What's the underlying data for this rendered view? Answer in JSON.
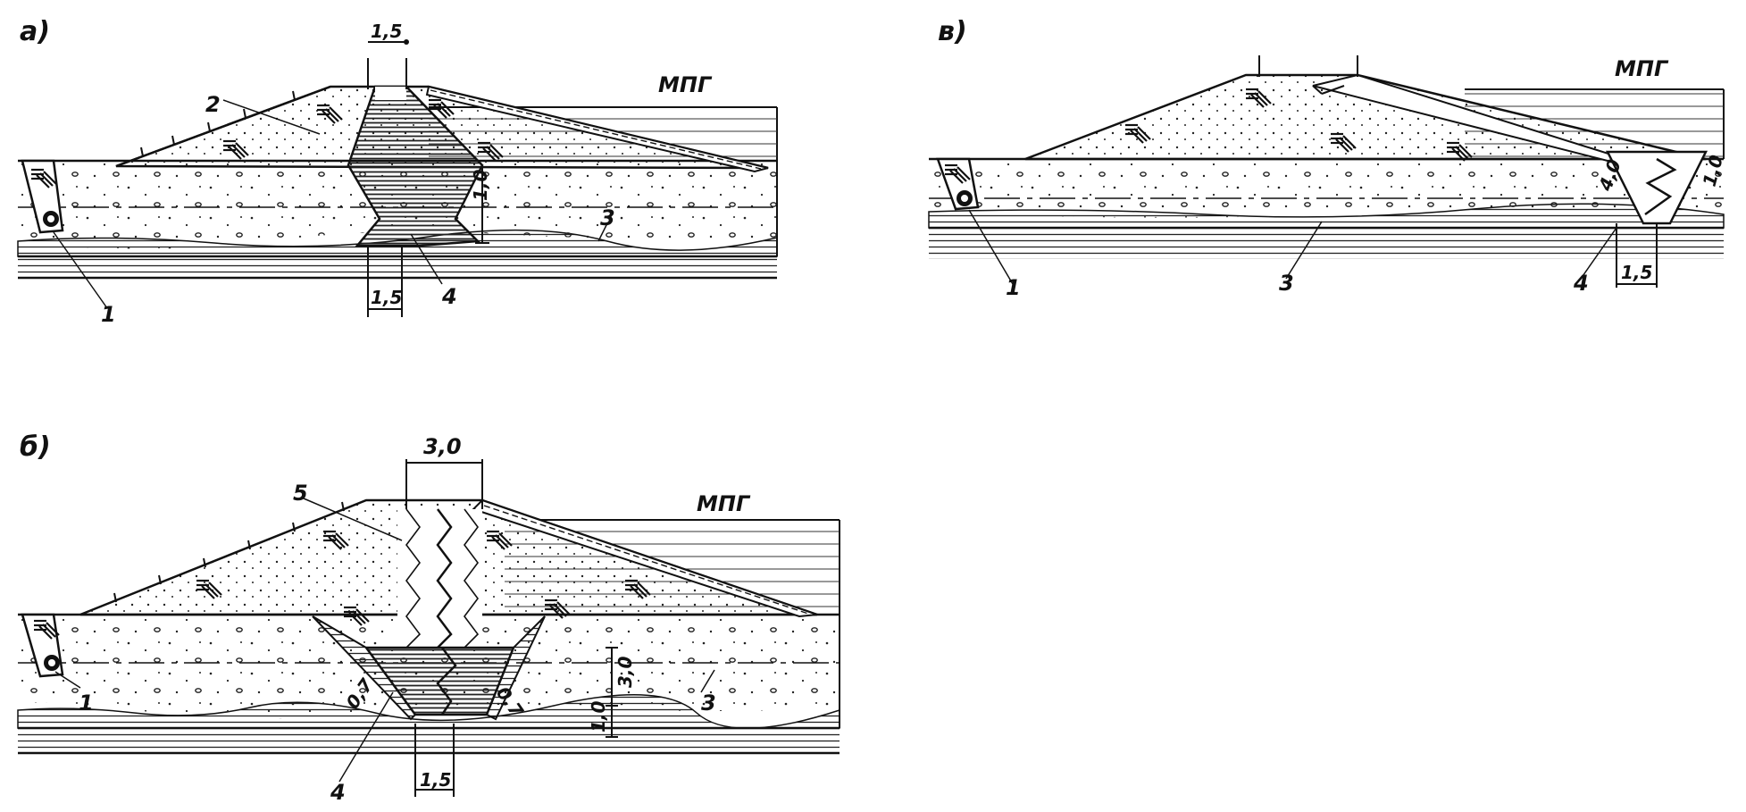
{
  "figure": {
    "panel_a": {
      "label": "а)",
      "water_level": "МПГ",
      "dim_top": "1,5",
      "dim_bottom": "1,5",
      "dim_depth": "1,0",
      "callouts": [
        "1",
        "2",
        "3",
        "4"
      ]
    },
    "panel_v": {
      "label": "в)",
      "water_level": "МПГ",
      "dim_bottom": "1,5",
      "dim_depth_inner": "4,0",
      "dim_depth_outer": "1,0",
      "callouts": [
        "1",
        "3",
        "4"
      ]
    },
    "panel_b": {
      "label": "б)",
      "water_level": "МПГ",
      "dim_top": "3,0",
      "dim_bottom": "1,5",
      "dim_depth_a": "3,0",
      "dim_depth_b": "1,0",
      "slope_left": "0,7",
      "slope_right": "0,7",
      "callouts": [
        "1",
        "3",
        "4",
        "5"
      ]
    }
  },
  "colors": {
    "ink": "#111111",
    "background": "#ffffff"
  }
}
